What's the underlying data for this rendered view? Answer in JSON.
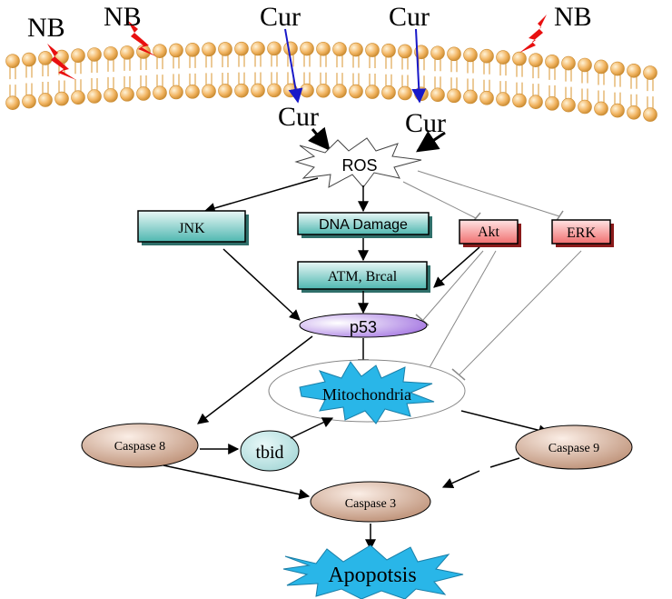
{
  "labels": {
    "nb": "NB",
    "cur": "Cur",
    "ros": "ROS",
    "jnk": "JNK",
    "dna_damage": "DNA Damage",
    "atm_brca": "ATM, Brcal",
    "akt": "Akt",
    "erk": "ERK",
    "p53": "p53",
    "mitochondria": "Mitochondria",
    "caspase8": "Caspase 8",
    "tbid": "tbid",
    "caspase9": "Caspase 9",
    "caspase3": "Caspase 3",
    "apoptosis": "Apopotsis"
  },
  "colors": {
    "membrane_head": "#f2b562",
    "membrane_tail": "#e0a040",
    "teal_box": "#4fb7b0",
    "red_box": "#f07070",
    "p53_purple": "#a070e0",
    "caspase_brown": "#b98a6f",
    "tbid_teal": "#a8dcdc",
    "star_cyan": "#29b6e8",
    "lightning_red": "#e81010",
    "cur_arrow_blue": "#1818c8"
  }
}
